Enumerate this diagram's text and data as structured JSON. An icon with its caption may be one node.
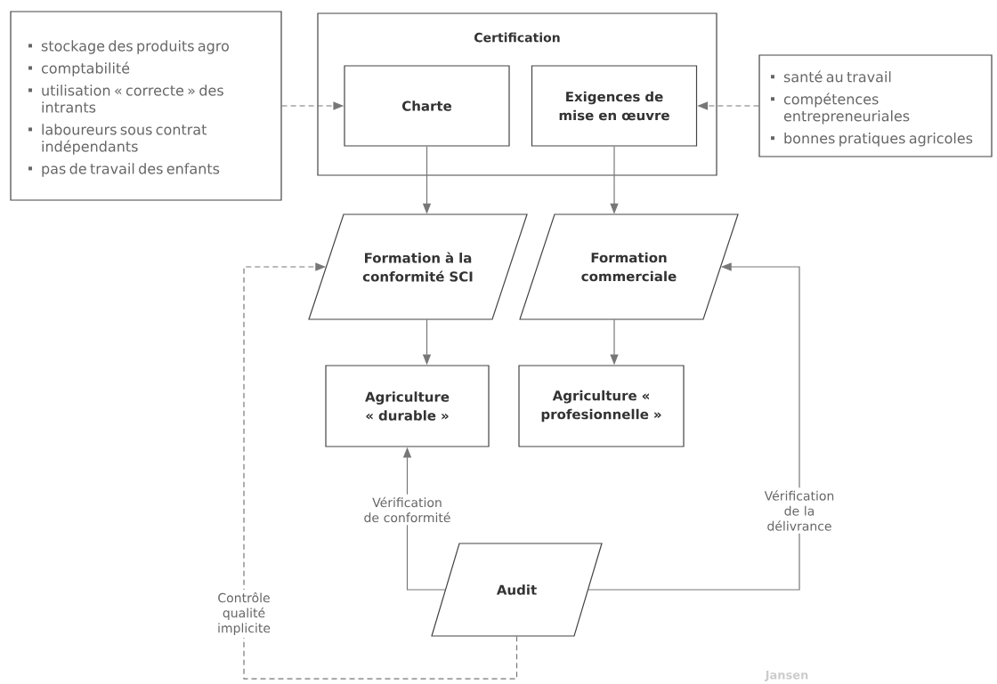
{
  "diagram": {
    "nodes": [
      {
        "text": [
          "stockage des produits agro",
          "comptabilité",
          "utilisation « correcte » des intrants",
          "laboureurs sous contrat indépendants",
          "pas de travail des enfants"
        ]
      },
      {
        "text": [
          "Certification"
        ]
      },
      {
        "text": [
          "Charte"
        ],
        "in": 1
      },
      {
        "text": [
          "Exigences de mise en œuvre"
        ],
        "in": 1
      },
      {
        "text": [
          "santé au travail",
          "compétences entrepreneuriales",
          "bonnes pratiques agricoles"
        ]
      },
      {
        "text": [
          "Formation à la conformité SCI"
        ]
      },
      {
        "text": [
          "Formation commerciale"
        ]
      },
      {
        "text": [
          "Agriculture « durable »"
        ]
      },
      {
        "text": [
          "Agriculture « profesionnelle »"
        ]
      },
      {
        "text": [
          "Audit"
        ]
      }
    ],
    "edges": [
      {
        "from": 0,
        "to": 2,
        "arrow": "to",
        "style": "dashed"
      },
      {
        "from": 4,
        "to": 3,
        "arrow": "to",
        "style": "dashed"
      },
      {
        "from": 2,
        "to": 5,
        "arrow": "to"
      },
      {
        "from": 3,
        "to": 6,
        "arrow": "to"
      },
      {
        "from": 5,
        "to": 7,
        "arrow": "to"
      },
      {
        "from": 6,
        "to": 8,
        "arrow": "to"
      },
      {
        "from": 9,
        "to": 7,
        "arrow": "to",
        "label": "Vérification de conformité"
      },
      {
        "from": 9,
        "to": 6,
        "arrow": "to",
        "label": "Vérification de la délivrance"
      },
      {
        "from": 9,
        "to": 5,
        "arrow": "to",
        "label": "Contrôle qualité implicite",
        "style": "dashed"
      }
    ],
    "labels": [
      "Jansen"
    ]
  }
}
